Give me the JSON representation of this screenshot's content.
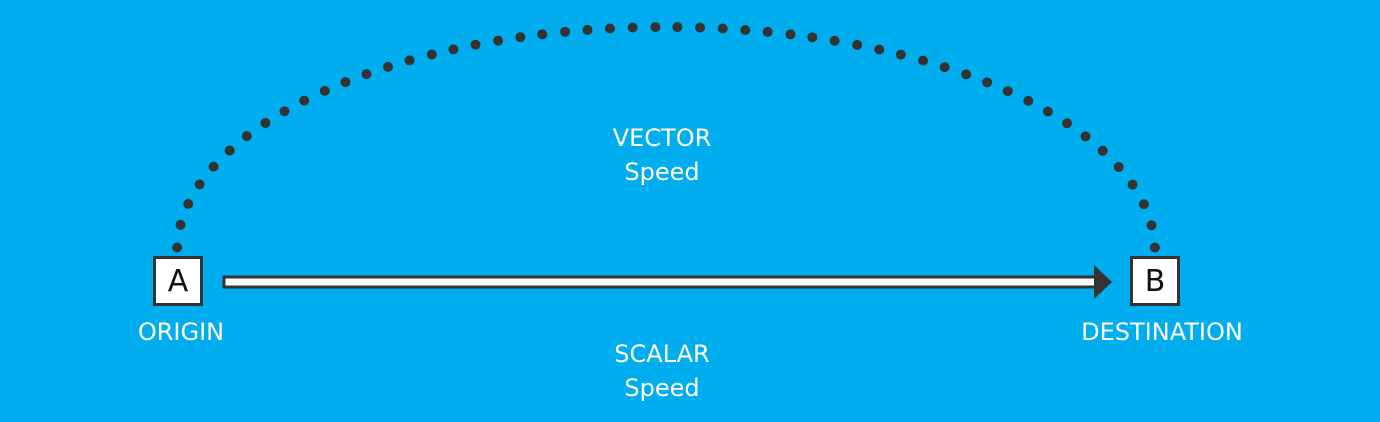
{
  "colors": {
    "background": "#00aeef",
    "dots": "#333333",
    "box_border": "#333333",
    "arrow_fill": "#ffffff"
  },
  "points": {
    "origin": {
      "letter": "A",
      "label": "ORIGIN"
    },
    "destination": {
      "letter": "B",
      "label": "DESTINATION"
    }
  },
  "vector": {
    "title": "VECTOR",
    "subtitle": "Speed"
  },
  "scalar": {
    "title": "SCALAR",
    "subtitle": "Speed"
  },
  "arc": {
    "dot_count": 52
  }
}
